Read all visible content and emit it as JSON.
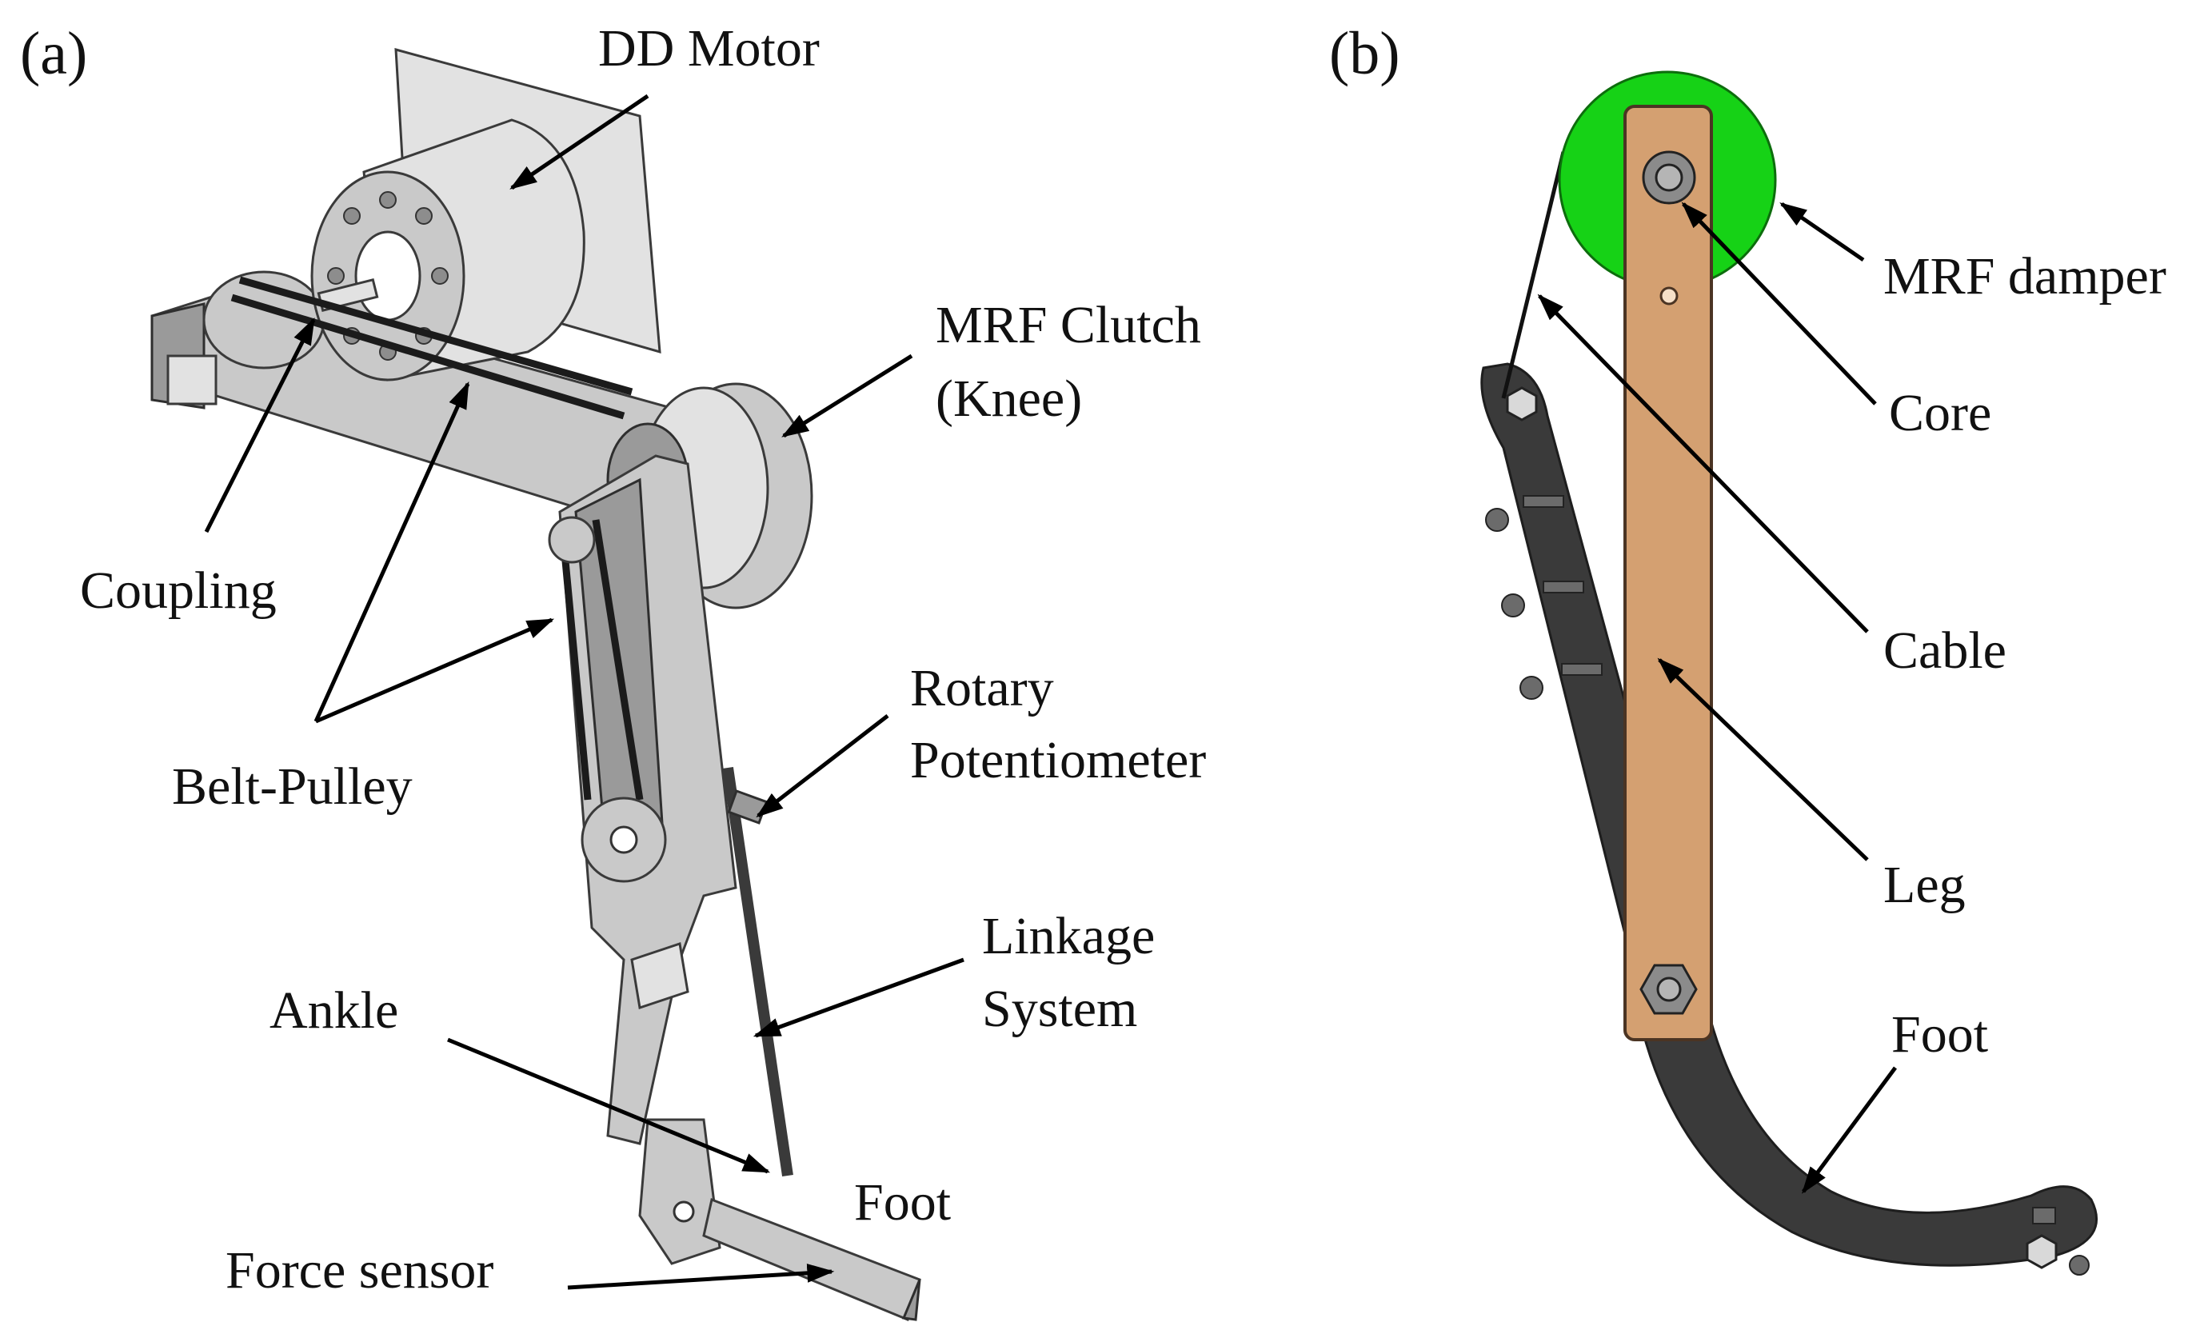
{
  "panel_a": {
    "tag": "(a)",
    "labels": {
      "dd_motor": "DD Motor",
      "mrf_clutch_1": "MRF Clutch",
      "mrf_clutch_2": "(Knee)",
      "coupling": "Coupling",
      "belt_pulley": "Belt-Pulley",
      "rotary_pot_1": "Rotary",
      "rotary_pot_2": "Potentiometer",
      "linkage_1": "Linkage",
      "linkage_2": "System",
      "ankle": "Ankle",
      "foot": "Foot",
      "force_sensor": "Force sensor"
    }
  },
  "panel_b": {
    "tag": "(b)",
    "labels": {
      "mrf_damper": "MRF damper",
      "core": "Core",
      "cable": "Cable",
      "leg": "Leg",
      "foot": "Foot"
    }
  },
  "colors": {
    "damper_green": "#16d216",
    "leg_tan": "#d4a071",
    "foot_dark": "#3a3a3a",
    "metal": "#c9c9c9"
  }
}
